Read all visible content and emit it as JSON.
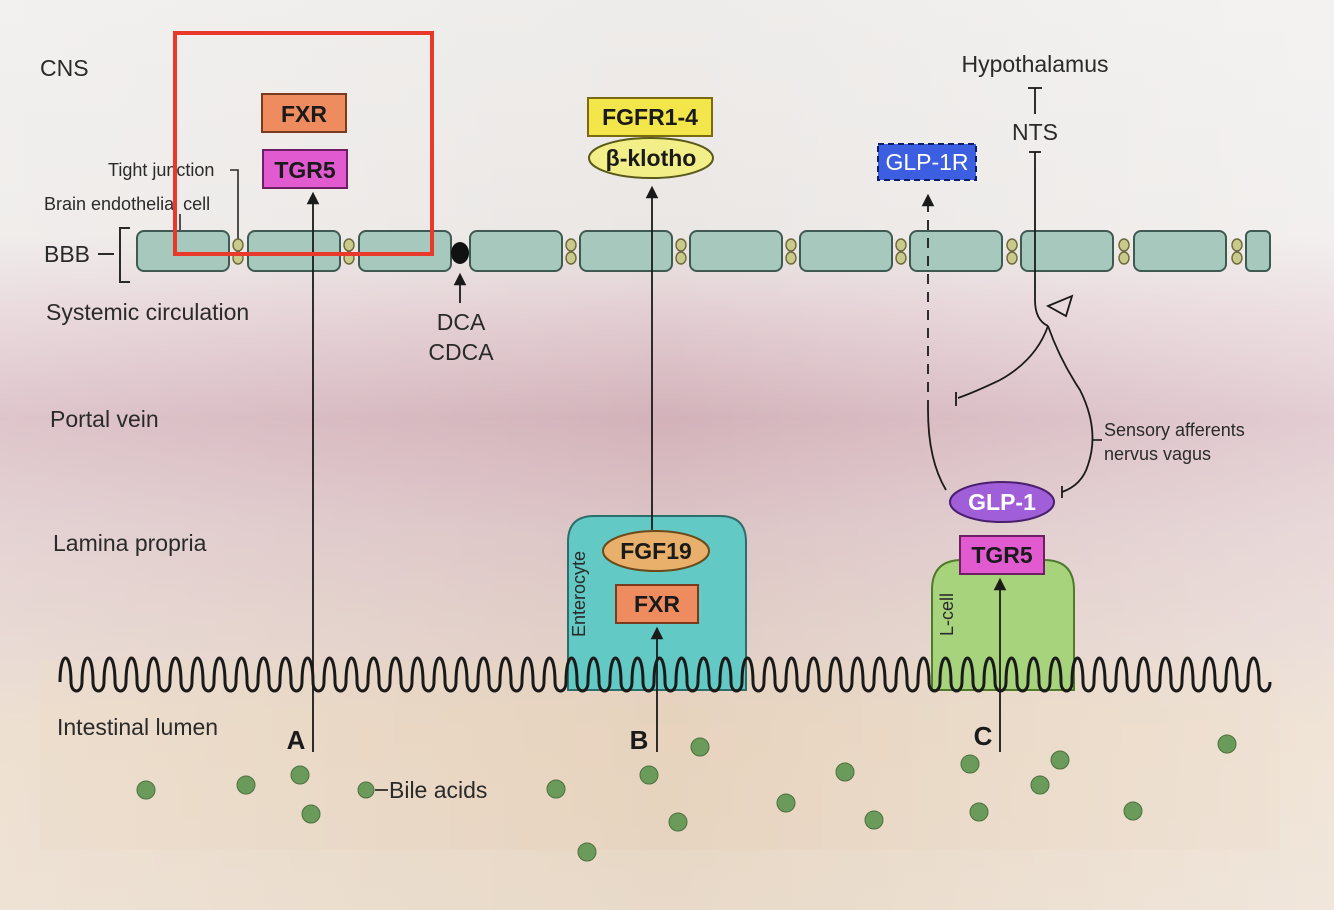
{
  "colors": {
    "cns_bg": "#e9e6e3",
    "circulation_bg": "#e2cdd1",
    "portal_bg": "#d4b6bd",
    "lamina_bg": "#ddc9c6",
    "lumen_bg": "#e6d3bf",
    "endothelial_cell": "#a7c9bd",
    "tight_junction": "#c8c98a",
    "fxr_box": "#ef8c5f",
    "tgr5_box": "#e25ad0",
    "fgfr_box": "#f3e64a",
    "klotho_ellipse": "#f2ef88",
    "glp1r_box": "#3b5fe0",
    "glp1_ellipse": "#a05ed8",
    "fgf19_ellipse": "#e8b06a",
    "enterocyte": "#62c9c4",
    "lcell": "#a7d37c",
    "bile_acid": "#6b9b5b",
    "highlight": "#e8392b"
  },
  "regions": {
    "cns": "CNS",
    "bbb": "BBB",
    "systemic": "Systemic circulation",
    "portal": "Portal vein",
    "lamina": "Lamina propria",
    "lumen": "Intestinal lumen"
  },
  "annotations": {
    "tight_junction": "Tight junction",
    "brain_endothelial": "Brain endothelial cell",
    "hypothalamus": "Hypothalamus",
    "nts": "NTS",
    "dca": "DCA",
    "cdca": "CDCA",
    "sensory_line1": "Sensory afferents",
    "sensory_line2": "nervus vagus",
    "bile_acids": "Bile acids",
    "enterocyte": "Enterocyte",
    "lcell": "L-cell"
  },
  "receptors": {
    "fxr_cns": "FXR",
    "tgr5_cns": "TGR5",
    "fgfr": "FGFR1-4",
    "klotho": "β-klotho",
    "glp1r": "GLP-1R",
    "fgf19": "FGF19",
    "fxr_enterocyte": "FXR",
    "glp1": "GLP-1",
    "tgr5_lcell": "TGR5"
  },
  "panels": {
    "a": "A",
    "b": "B",
    "c": "C"
  }
}
